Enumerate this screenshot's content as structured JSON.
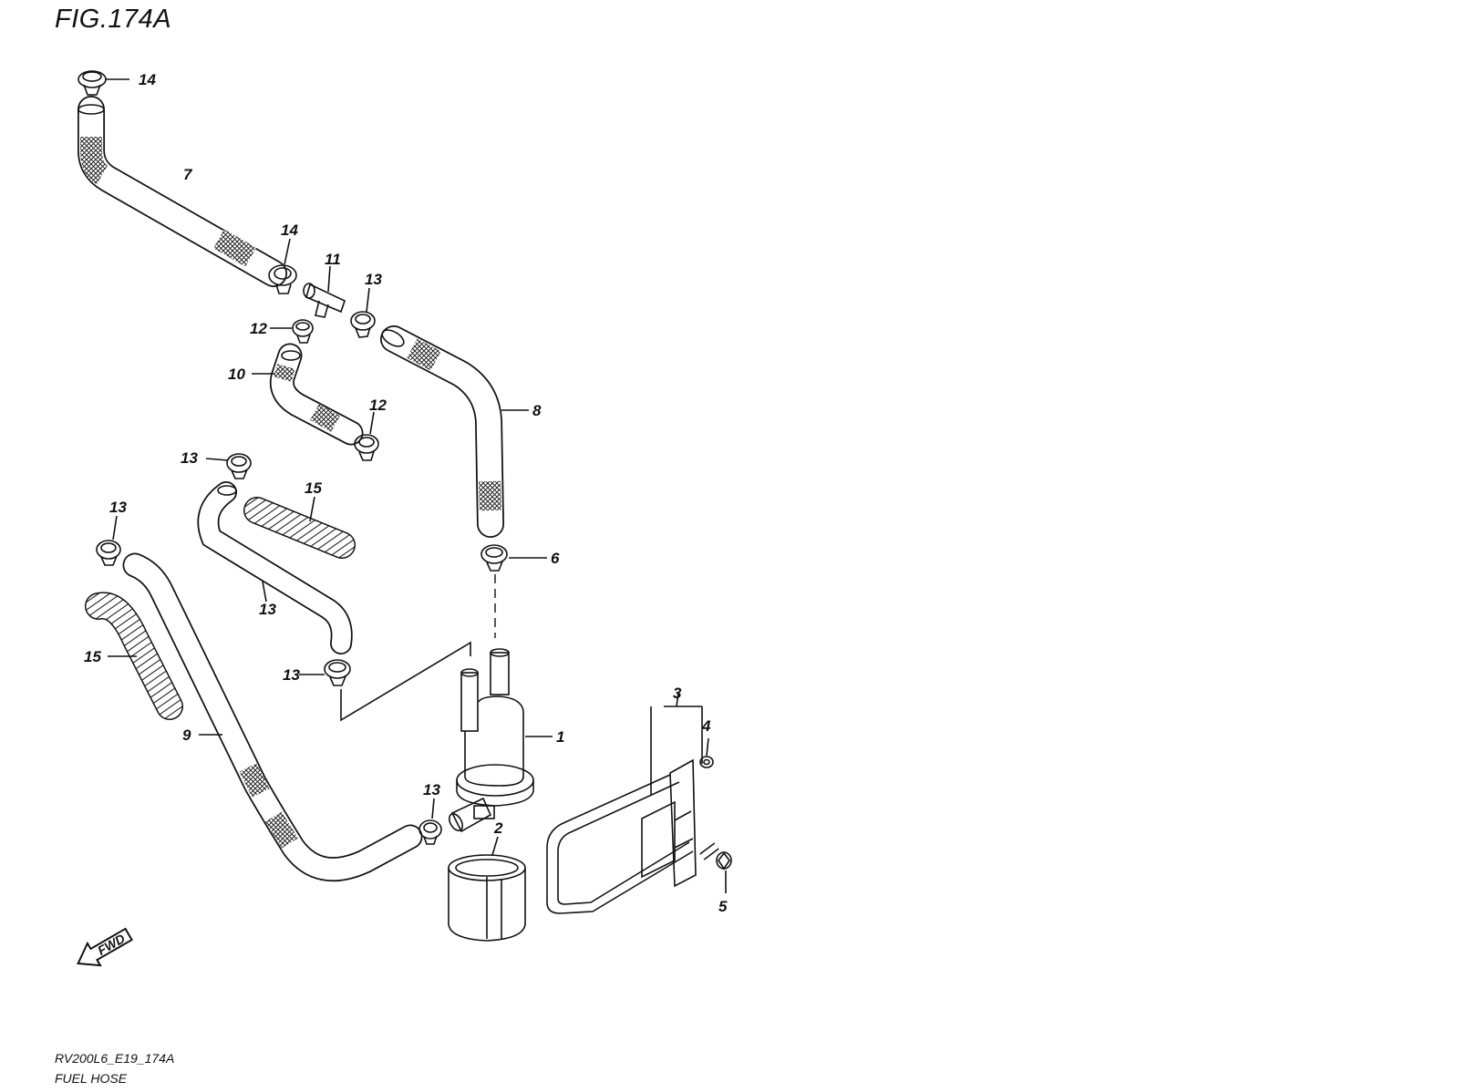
{
  "figure": {
    "title": "FIG.174A",
    "model_code": "RV200L6_E19_174A",
    "caption": "FUEL HOSE",
    "fwd_label": "FWD"
  },
  "callouts": [
    "14",
    "7",
    "14",
    "11",
    "13",
    "12",
    "10",
    "12",
    "8",
    "13",
    "15",
    "13",
    "6",
    "13",
    "15",
    "13",
    "9",
    "1",
    "3",
    "4",
    "13",
    "2",
    "5"
  ]
}
